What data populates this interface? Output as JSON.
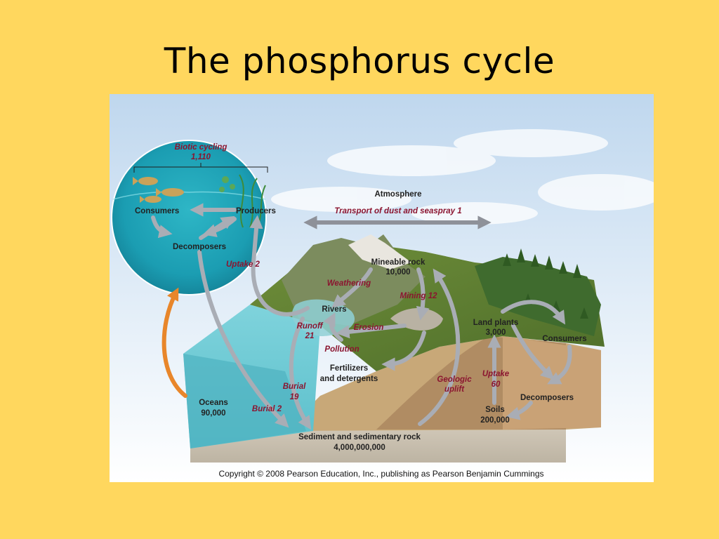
{
  "slide": {
    "title": "The phosphorus cycle"
  },
  "figure": {
    "copyright": "Copyright © 2008 Pearson Education, Inc., publishing as Pearson Benjamin Cummings",
    "ocean_inset": {
      "biotic_cycling": [
        "Biotic cycling",
        "1,110"
      ],
      "consumers": "Consumers",
      "producers": "Producers",
      "decomposers": "Decomposers",
      "uptake": "Uptake 2"
    },
    "atmosphere": {
      "label": "Atmosphere",
      "transport": "Transport of dust and seaspray 1"
    },
    "reservoirs": {
      "mineable_rock": [
        "Mineable rock",
        "10,000"
      ],
      "rivers": "Rivers",
      "fertilizers": [
        "Fertilizers",
        "and detergents"
      ],
      "oceans": [
        "Oceans",
        "90,000"
      ],
      "sediment": [
        "Sediment and sedimentary rock",
        "4,000,000,000"
      ],
      "land_plants": [
        "Land plants",
        "3,000"
      ],
      "land_consumers": "Consumers",
      "land_decomposers": "Decomposers",
      "soils": [
        "Soils",
        "200,000"
      ]
    },
    "fluxes": {
      "weathering": "Weathering",
      "mining": "Mining 12",
      "runoff": [
        "Runoff",
        "21"
      ],
      "erosion": "Erosion",
      "pollution": "Pollution",
      "burial_19": [
        "Burial",
        "19"
      ],
      "burial_2": "Burial 2",
      "geologic_uplift": [
        "Geologic",
        "uplift"
      ],
      "land_uptake": [
        "Uptake",
        "60"
      ]
    },
    "colors": {
      "slide_background": "#FFD75E",
      "flux_label": "#8B1530",
      "arrow": "#A9ADB5",
      "ocean_arrow": "#E8862A"
    }
  }
}
